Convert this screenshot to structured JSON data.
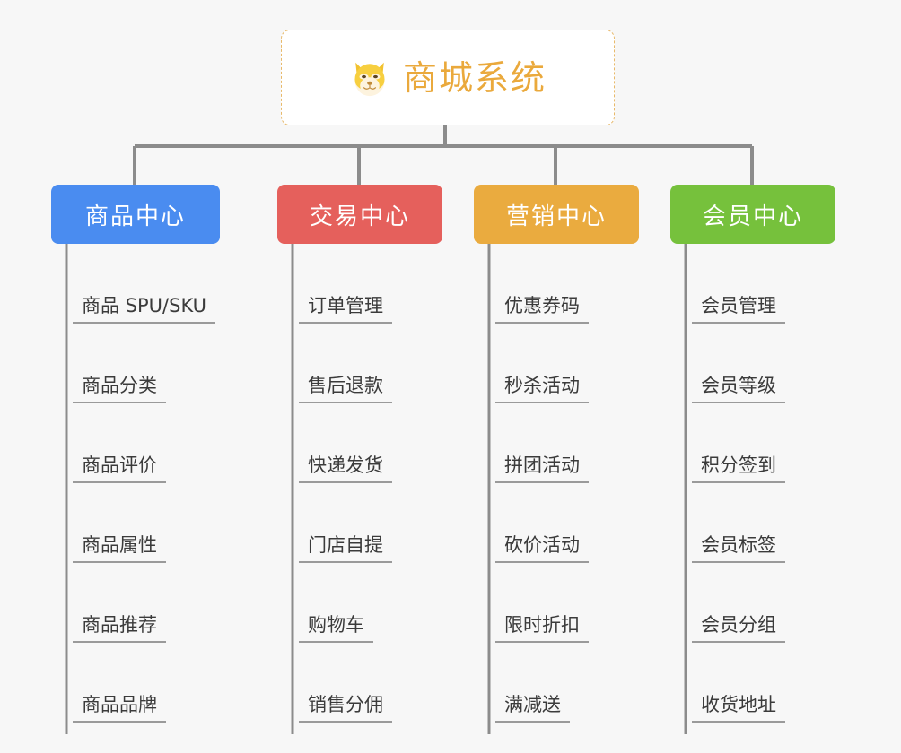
{
  "diagram": {
    "type": "org-tree",
    "background_color": "#f7f7f7",
    "root": {
      "title": "商城系统",
      "icon": "shiba-dog-face-icon",
      "text_color": "#eaa93c",
      "border_color": "#e8b96a",
      "background_color": "#ffffff"
    },
    "connector_color": "#8c8c8c",
    "branches": [
      {
        "label": "商品中心",
        "color": "#4a8cf0",
        "items": [
          "商品 SPU/SKU",
          "商品分类",
          "商品评价",
          "商品属性",
          "商品推荐",
          "商品品牌"
        ]
      },
      {
        "label": "交易中心",
        "color": "#e5605c",
        "items": [
          "订单管理",
          "售后退款",
          "快递发货",
          "门店自提",
          "购物车",
          "销售分佣"
        ]
      },
      {
        "label": "营销中心",
        "color": "#eaab3f",
        "items": [
          "优惠券码",
          "秒杀活动",
          "拼团活动",
          "砍价活动",
          "限时折扣",
          "满减送"
        ]
      },
      {
        "label": "会员中心",
        "color": "#76c13c",
        "items": [
          "会员管理",
          "会员等级",
          "积分签到",
          "会员标签",
          "会员分组",
          "收货地址"
        ]
      }
    ]
  }
}
